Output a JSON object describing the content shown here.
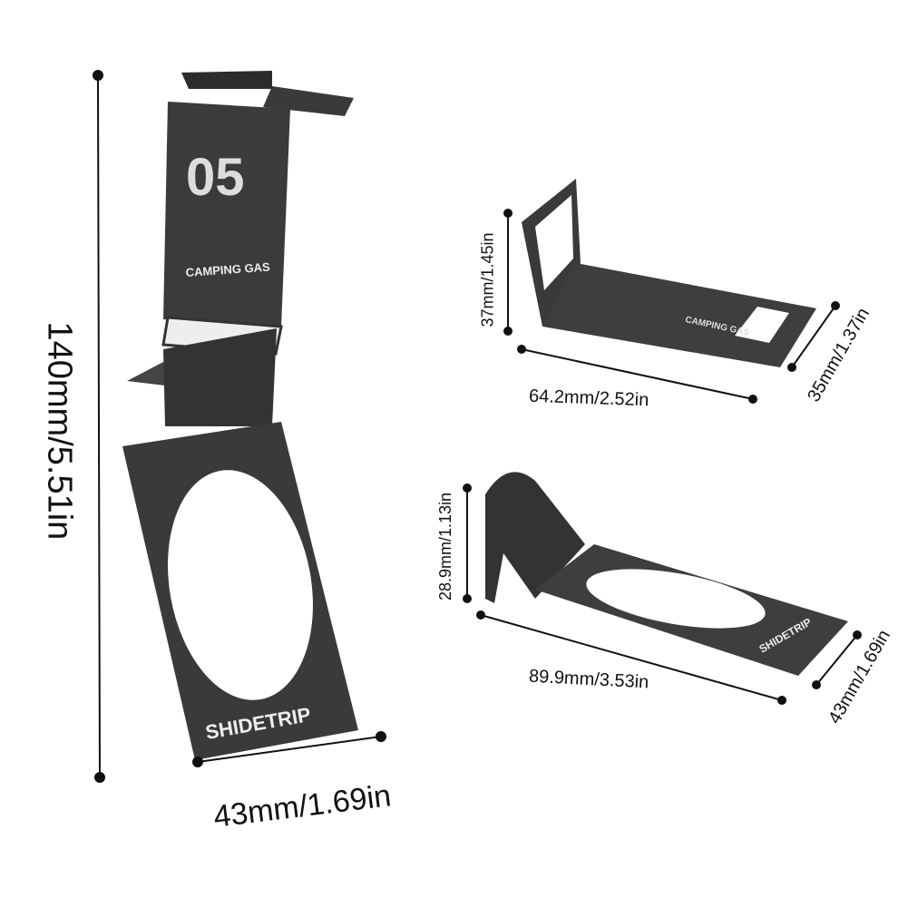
{
  "product": {
    "brand_logo_text": "SHIDETRIP",
    "badge_number": "05",
    "badge_title": "CAMPING GAS"
  },
  "views": {
    "unfolded": {
      "height_label": "140mm/5.51in",
      "width_label": "43mm/1.69in"
    },
    "top_piece": {
      "height_label": "37mm/1.45in",
      "length_label": "64.2mm/2.52in",
      "depth_label": "35mm/1.37in"
    },
    "bottom_piece": {
      "height_label": "28.9mm/1.13in",
      "length_label": "89.9mm/3.53in",
      "depth_label": "43mm/1.69in"
    }
  },
  "colors": {
    "metal": "#3a3a3a",
    "dimension_line": "#111111",
    "background": "#ffffff"
  }
}
